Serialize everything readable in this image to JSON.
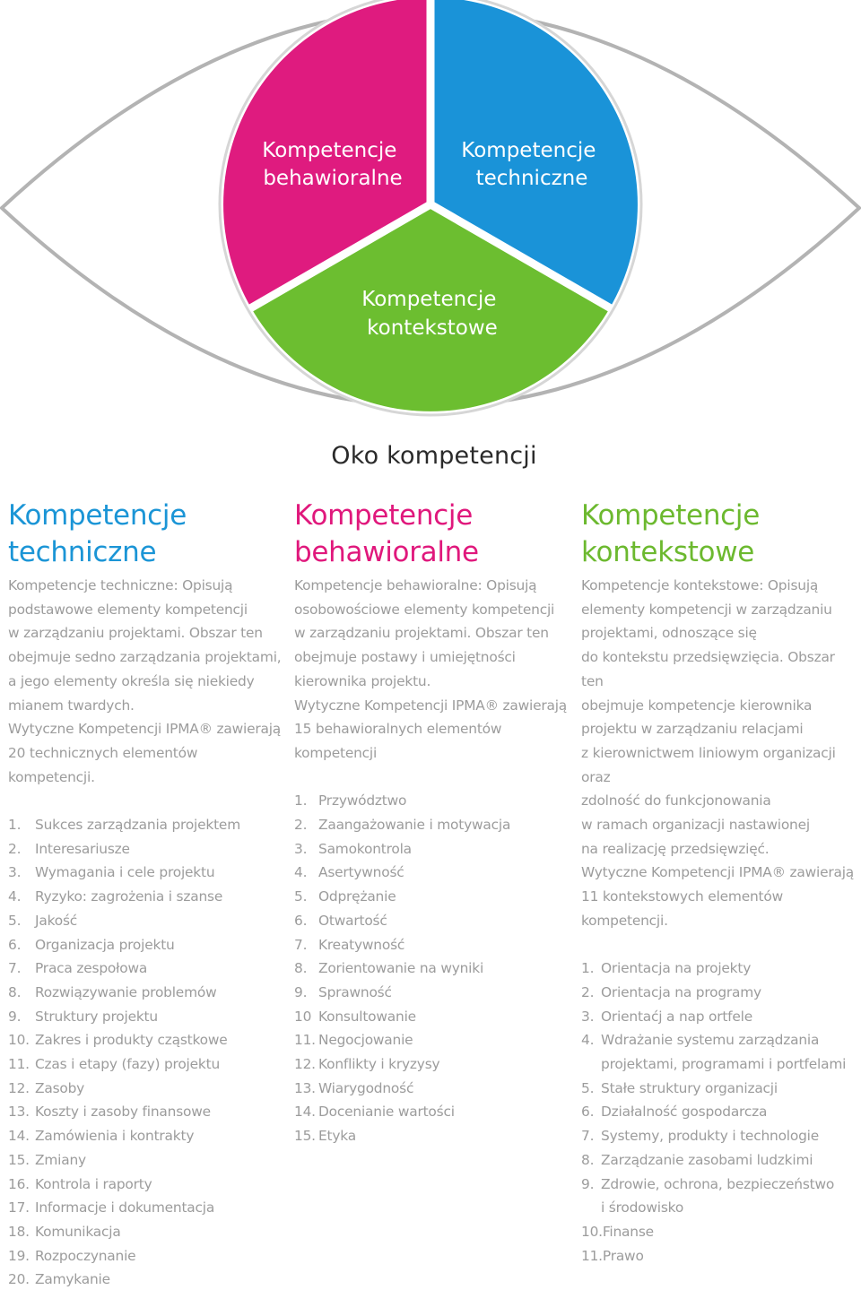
{
  "diagram": {
    "title": "Oko kompetencji",
    "segments": {
      "behavioral": {
        "line1": "Kompetencje",
        "line2": "behawioralne",
        "color": "#df1b7f"
      },
      "technical": {
        "line1": "Kompetencje",
        "line2": "techniczne",
        "color": "#1a93d8"
      },
      "contextual": {
        "line1": "Kompetencje",
        "line2": "kontekstowe",
        "color": "#6cbe30"
      }
    },
    "eye_outline_color": "#b3b3b3",
    "ring_color": "#d6d6d6"
  },
  "columns": {
    "technical": {
      "title_line1": "Kompetencje",
      "title_line2": "techniczne",
      "color": "#1b95d6",
      "description": "Kompetencje techniczne: Opisują\npodstawowe elementy kompetencji\nw zarządzaniu projektami. Obszar ten\nobejmuje sedno zarządzania projektami,\na jego elementy określa się niekiedy\nmianem twardych.\nWytyczne Kompetencji IPMA® zawierają\n20 technicznych elementów\nkompetencji.",
      "items": [
        {
          "num": "1.",
          "text": "Sukces zarządzania projektem"
        },
        {
          "num": "2.",
          "text": "Interesariusze"
        },
        {
          "num": "3.",
          "text": "Wymagania i cele projektu"
        },
        {
          "num": "4.",
          "text": "Ryzyko: zagrożenia i szanse"
        },
        {
          "num": "5.",
          "text": "Jakość"
        },
        {
          "num": "6.",
          "text": "Organizacja projektu"
        },
        {
          "num": "7.",
          "text": "Praca zespołowa"
        },
        {
          "num": "8.",
          "text": "Rozwiązywanie problemów"
        },
        {
          "num": "9.",
          "text": "Struktury projektu"
        },
        {
          "num": "10.",
          "text": "Zakres i produkty cząstkowe"
        },
        {
          "num": "11.",
          "text": "Czas i etapy (fazy) projektu"
        },
        {
          "num": "12.",
          "text": "Zasoby"
        },
        {
          "num": "13.",
          "text": "Koszty i zasoby finansowe"
        },
        {
          "num": "14.",
          "text": "Zamówienia i kontrakty"
        },
        {
          "num": "15.",
          "text": "Zmiany"
        },
        {
          "num": "16.",
          "text": "Kontrola i raporty"
        },
        {
          "num": "17.",
          "text": "Informacje i dokumentacja"
        },
        {
          "num": "18.",
          "text": "Komunikacja"
        },
        {
          "num": "19.",
          "text": "Rozpoczynanie"
        },
        {
          "num": "20.",
          "text": "Zamykanie"
        }
      ]
    },
    "behavioral": {
      "title_line1": "Kompetencje",
      "title_line2": "behawioralne",
      "color": "#e0187c",
      "description": "Kompetencje behawioralne: Opisują\nosobowościowe elementy kompetencji\nw zarządzaniu projektami. Obszar ten\nobejmuje postawy i umiejętności\nkierownika projektu.\nWytyczne Kompetencji IPMA® zawierają\n15 behawioralnych elementów\nkompetencji",
      "items": [
        {
          "num": "1.",
          "text": "Przywództwo"
        },
        {
          "num": "2.",
          "text": "Zaangażowanie i motywacja"
        },
        {
          "num": "3.",
          "text": "Samokontrola"
        },
        {
          "num": "4.",
          "text": "Asertywność"
        },
        {
          "num": "5.",
          "text": "Odprężanie"
        },
        {
          "num": "6.",
          "text": "Otwartość"
        },
        {
          "num": "7.",
          "text": "Kreatywność"
        },
        {
          "num": "8.",
          "text": "Zorientowanie na wyniki"
        },
        {
          "num": "9.",
          "text": "Sprawność"
        },
        {
          "num": "10",
          "text": "Konsultowanie"
        },
        {
          "num": "11.",
          "text": "Negocjowanie"
        },
        {
          "num": "12.",
          "text": "Konflikty i kryzysy"
        },
        {
          "num": "13.",
          "text": "Wiarygodność"
        },
        {
          "num": "14.",
          "text": "Docenianie wartości"
        },
        {
          "num": "15.",
          "text": "Etyka"
        }
      ]
    },
    "contextual": {
      "title_line1": "Kompetencje",
      "title_line2": "kontekstowe",
      "color": "#6cb92f",
      "description": "Kompetencje kontekstowe: Opisują\nelementy kompetencji w zarządzaniu\nprojektami,  odnoszące się\ndo kontekstu przedsięwzięcia. Obszar ten\nobejmuje kompetencje kierownika\nprojektu w zarządzaniu relacjami\nz kierownictwem liniowym organizacji oraz\nzdolność do funkcjonowania\nw ramach organizacji nastawionej\nna realizację przedsięwzięć.\nWytyczne Kompetencji IPMA® zawierają\n11 kontekstowych elementów\nkompetencji.",
      "items": [
        {
          "num": "1.",
          "text": "Orientacja na projekty"
        },
        {
          "num": "2.",
          "text": "Orientacja na programy"
        },
        {
          "num": "3.",
          "text": "Orientaćj a nap ortfele"
        },
        {
          "num": "4.",
          "text": "Wdrażanie systemu zarządzania\nprojektami, programami i  portfelami"
        },
        {
          "num": "5.",
          "text": "Stałe struktury organizacji"
        },
        {
          "num": "6.",
          "text": "Działalność gospodarcza"
        },
        {
          "num": "7.",
          "text": "Systemy, produkty i technologie"
        },
        {
          "num": "8.",
          "text": "Zarządzanie zasobami ludzkimi"
        },
        {
          "num": "9.",
          "text": "Zdrowie, ochrona, bezpieczeństwo\ni środowisko"
        },
        {
          "num": "10.",
          "text": "Finanse"
        },
        {
          "num": "11.",
          "text": "Prawo"
        }
      ]
    }
  }
}
